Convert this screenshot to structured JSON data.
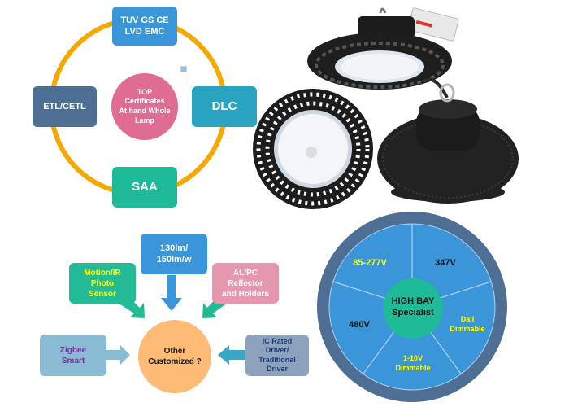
{
  "certificates": {
    "center": "TOP Certificates At hand Whole Lamp",
    "top": "TUV GS CE LVD EMC",
    "top_lines": [
      "TUV GS CE",
      "LVD EMC"
    ],
    "left": "ETL/CETL",
    "right": "DLC",
    "bottom": "SAA",
    "center_lines": [
      "TOP",
      "Certificates",
      "At hand Whole",
      "Lamp"
    ],
    "colors": {
      "ring": "#f5a800",
      "top": "#3b95d9",
      "left": "#4e6f93",
      "right": "#29a3c0",
      "bottom": "#1fbb98",
      "center": "#e06b93"
    }
  },
  "products": {
    "icons": [
      "high-bay-lamp-with-driver",
      "high-bay-lamp-front",
      "high-bay-lamp-heatsink"
    ]
  },
  "customization": {
    "center_lines": [
      "Other",
      "Customized ?"
    ],
    "top_lines": [
      "130lm/",
      "150lm/w"
    ],
    "upper_left_lines": [
      "Motion/IR",
      "Photo",
      "Sensor"
    ],
    "upper_right_lines": [
      "AL/PC",
      "Reflector",
      "and Holders"
    ],
    "left_lines": [
      "Zigbee",
      "Smart"
    ],
    "right_lines": [
      "IC Rated",
      "Driver/",
      "Traditional",
      "Driver"
    ],
    "colors": {
      "center": "#fdbb75",
      "top": "#3b95d9",
      "upper_left": "#22bb95",
      "upper_left_text": "#ffff00",
      "upper_right": "#e597ad",
      "left": "#89bcd2",
      "left_text": "#7b30a8",
      "right": "#8da3bd",
      "right_text": "#1f3d73"
    }
  },
  "wheel": {
    "center_lines": [
      "HIGH BAY",
      "Specialist"
    ],
    "segments": [
      {
        "lines": [
          "85-277V"
        ],
        "color": "#ffff00"
      },
      {
        "lines": [
          "347V"
        ],
        "color": "#111111"
      },
      {
        "lines": [
          "Dali",
          "Dimmable"
        ],
        "color": "#ffff00"
      },
      {
        "lines": [
          "1-10V",
          "Dimmable"
        ],
        "color": "#ffff00"
      },
      {
        "lines": [
          "480V"
        ],
        "color": "#111111"
      }
    ],
    "colors": {
      "ring": "#4e6f93",
      "fill": "#3b95d9",
      "center": "#1fbb98"
    }
  }
}
